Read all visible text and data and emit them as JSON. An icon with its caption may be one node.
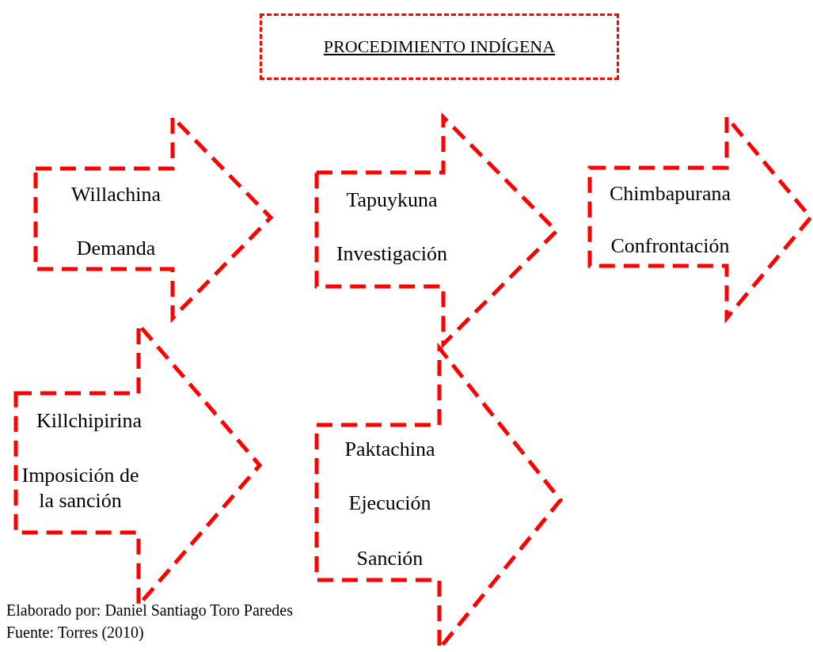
{
  "diagram": {
    "title": "PROCEDIMIENTO INDÍGENA",
    "nodes": [
      {
        "text": [
          "Willachina",
          "Demanda"
        ]
      },
      {
        "text": [
          "Tapuykuna",
          "Investigación"
        ]
      },
      {
        "text": [
          "Chimbapurana",
          "Confrontación"
        ]
      },
      {
        "text": [
          "Killchipirina",
          "Imposición de la sanción"
        ]
      },
      {
        "text": [
          "Paktachina",
          "Ejecución",
          "Sanción"
        ]
      }
    ],
    "labels": [
      "Elaborado por: Daniel Santiago Toro Paredes",
      "Fuente: Torres (2010)"
    ]
  }
}
